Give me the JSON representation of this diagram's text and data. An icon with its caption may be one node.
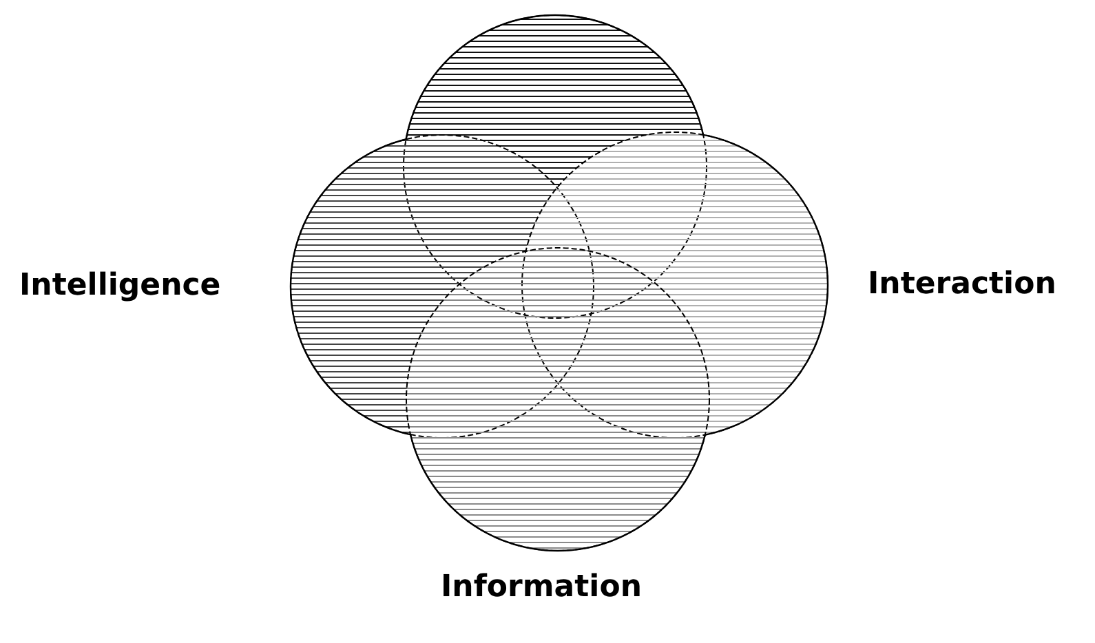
{
  "diagram": {
    "nodes": [
      {
        "text": [],
        "shape": "circle"
      },
      {
        "text": [
          "Intelligence"
        ]
      },
      {
        "text": [
          "Interaction"
        ]
      },
      {
        "text": [
          "Information"
        ]
      }
    ],
    "edges": []
  }
}
